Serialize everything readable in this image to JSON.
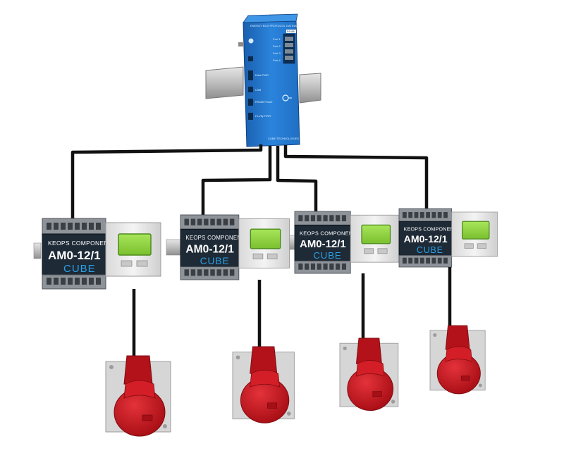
{
  "controller": {
    "top_text": "ENERGY BOX PROTOCOL GATEWAY",
    "ports": [
      "Port 1",
      "Port 2",
      "Port 3",
      "Port 4"
    ],
    "badge": "RS485",
    "labels": [
      "Data PWR",
      "USB",
      "RS485 Power",
      "Hi-Vlty PWR"
    ],
    "brand": "CUBE TECHNOLOGIES"
  },
  "modules": [
    {
      "brand": "KEOPS COMPONENT",
      "model": "AM0-12/1",
      "logo": "CUBE"
    },
    {
      "brand": "KEOPS COMPONENT",
      "model": "AM0-12/1",
      "logo": "CUBE"
    },
    {
      "brand": "KEOPS COMPONENT",
      "model": "AM0-12/1",
      "logo": "CUBE"
    },
    {
      "brand": "KEOPS COMPONENT",
      "model": "AM0-12/1",
      "logo": "CUBE"
    }
  ],
  "colors": {
    "controller_blue": "#1f6fc4",
    "wire": "#111111",
    "socket_red": "#c8141e",
    "lcd_green": "#8cd63c",
    "module_dark": "#1e2a36"
  },
  "icons": [
    "din-rail-icon",
    "usb-icon",
    "power-icon",
    "socket-icon",
    "lcd-icon"
  ]
}
